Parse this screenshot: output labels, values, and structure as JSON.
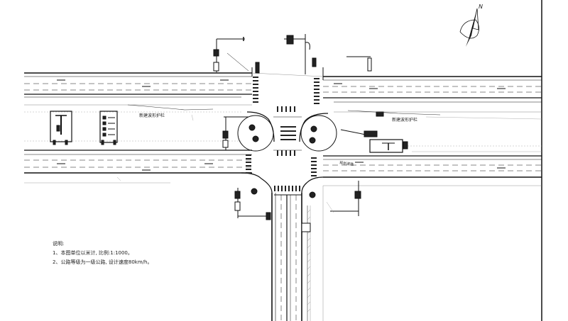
{
  "drawing": {
    "north_label": "N",
    "guardrail_label_left": "新建波形护栏",
    "guardrail_label_right": "新建波形护栏",
    "road_label": "规划道路",
    "notes": {
      "title": "说明:",
      "items": [
        "1、本图单位以米计, 比例:1:1000。",
        "2、公路等级为一级公路, 设计速度80km/h。"
      ]
    }
  },
  "colors": {
    "line": "#111111",
    "thin": "#555555",
    "faint": "#9a9a9a",
    "crosswalk": "#222222"
  }
}
